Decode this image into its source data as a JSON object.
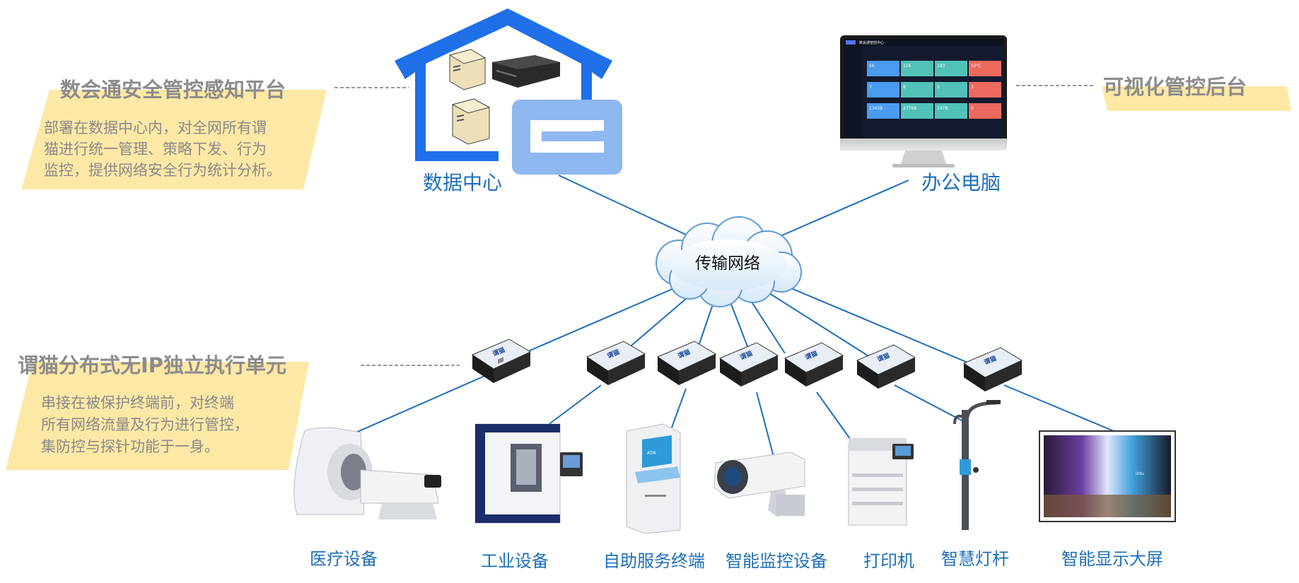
{
  "platform": {
    "title": "数会通安全管控感知平台",
    "desc_lines": [
      "部署在数据中心内，对全网所有谓",
      "猫进行统一管理、策略下发、行为",
      "监控，提供网络安全行为统计分析。"
    ]
  },
  "backend": {
    "title": "可视化管控后台"
  },
  "unit": {
    "title": "谓猫分布式无IP独立执行单元",
    "desc_lines": [
      "串接在被保护终端前，对终端",
      "所有网络流量及行为进行管控，",
      "集防控与探针功能于一身。"
    ]
  },
  "nodes": {
    "datacenter": "数据中心",
    "office_pc": "办公电脑",
    "network": "传输网络"
  },
  "box_label": "谓猫",
  "devices": [
    "医疗设备",
    "工业设备",
    "自助服务终端",
    "智能监控设备",
    "打印机",
    "智慧灯杆",
    "智能显示大屏"
  ],
  "monitor_screen": {
    "header": "数会通管控中心",
    "tiles": [
      "16",
      "116",
      "183",
      "53℃",
      "7",
      "8",
      "1",
      "3",
      "13428",
      "27768",
      "1478",
      "0"
    ]
  },
  "atm_screen": "ATM",
  "billboard_sign": "intu",
  "colors": {
    "link": "#1e6fba",
    "house": "#1e6fe8",
    "highlight": "#fde8a6",
    "label": "#1e6fba",
    "title": "#8c8c8c"
  }
}
